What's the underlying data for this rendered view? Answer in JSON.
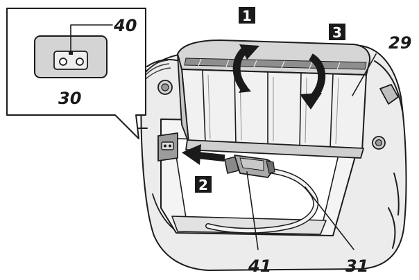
{
  "callouts": {
    "power_inlet_ref": "40",
    "inlet_panel_ref": "30",
    "cover_ref": "29",
    "plug_ref": "41",
    "cord_ref": "31"
  },
  "steps": {
    "open_cover": "1",
    "insert_plug": "2",
    "close_cover": "3"
  },
  "colors": {
    "ink": "#1c1c1c",
    "light_gray": "#d9d9d9",
    "mid_gray": "#b9b9b9",
    "dark_gray": "#6e6e6e",
    "badge": "#1a1a1a"
  }
}
